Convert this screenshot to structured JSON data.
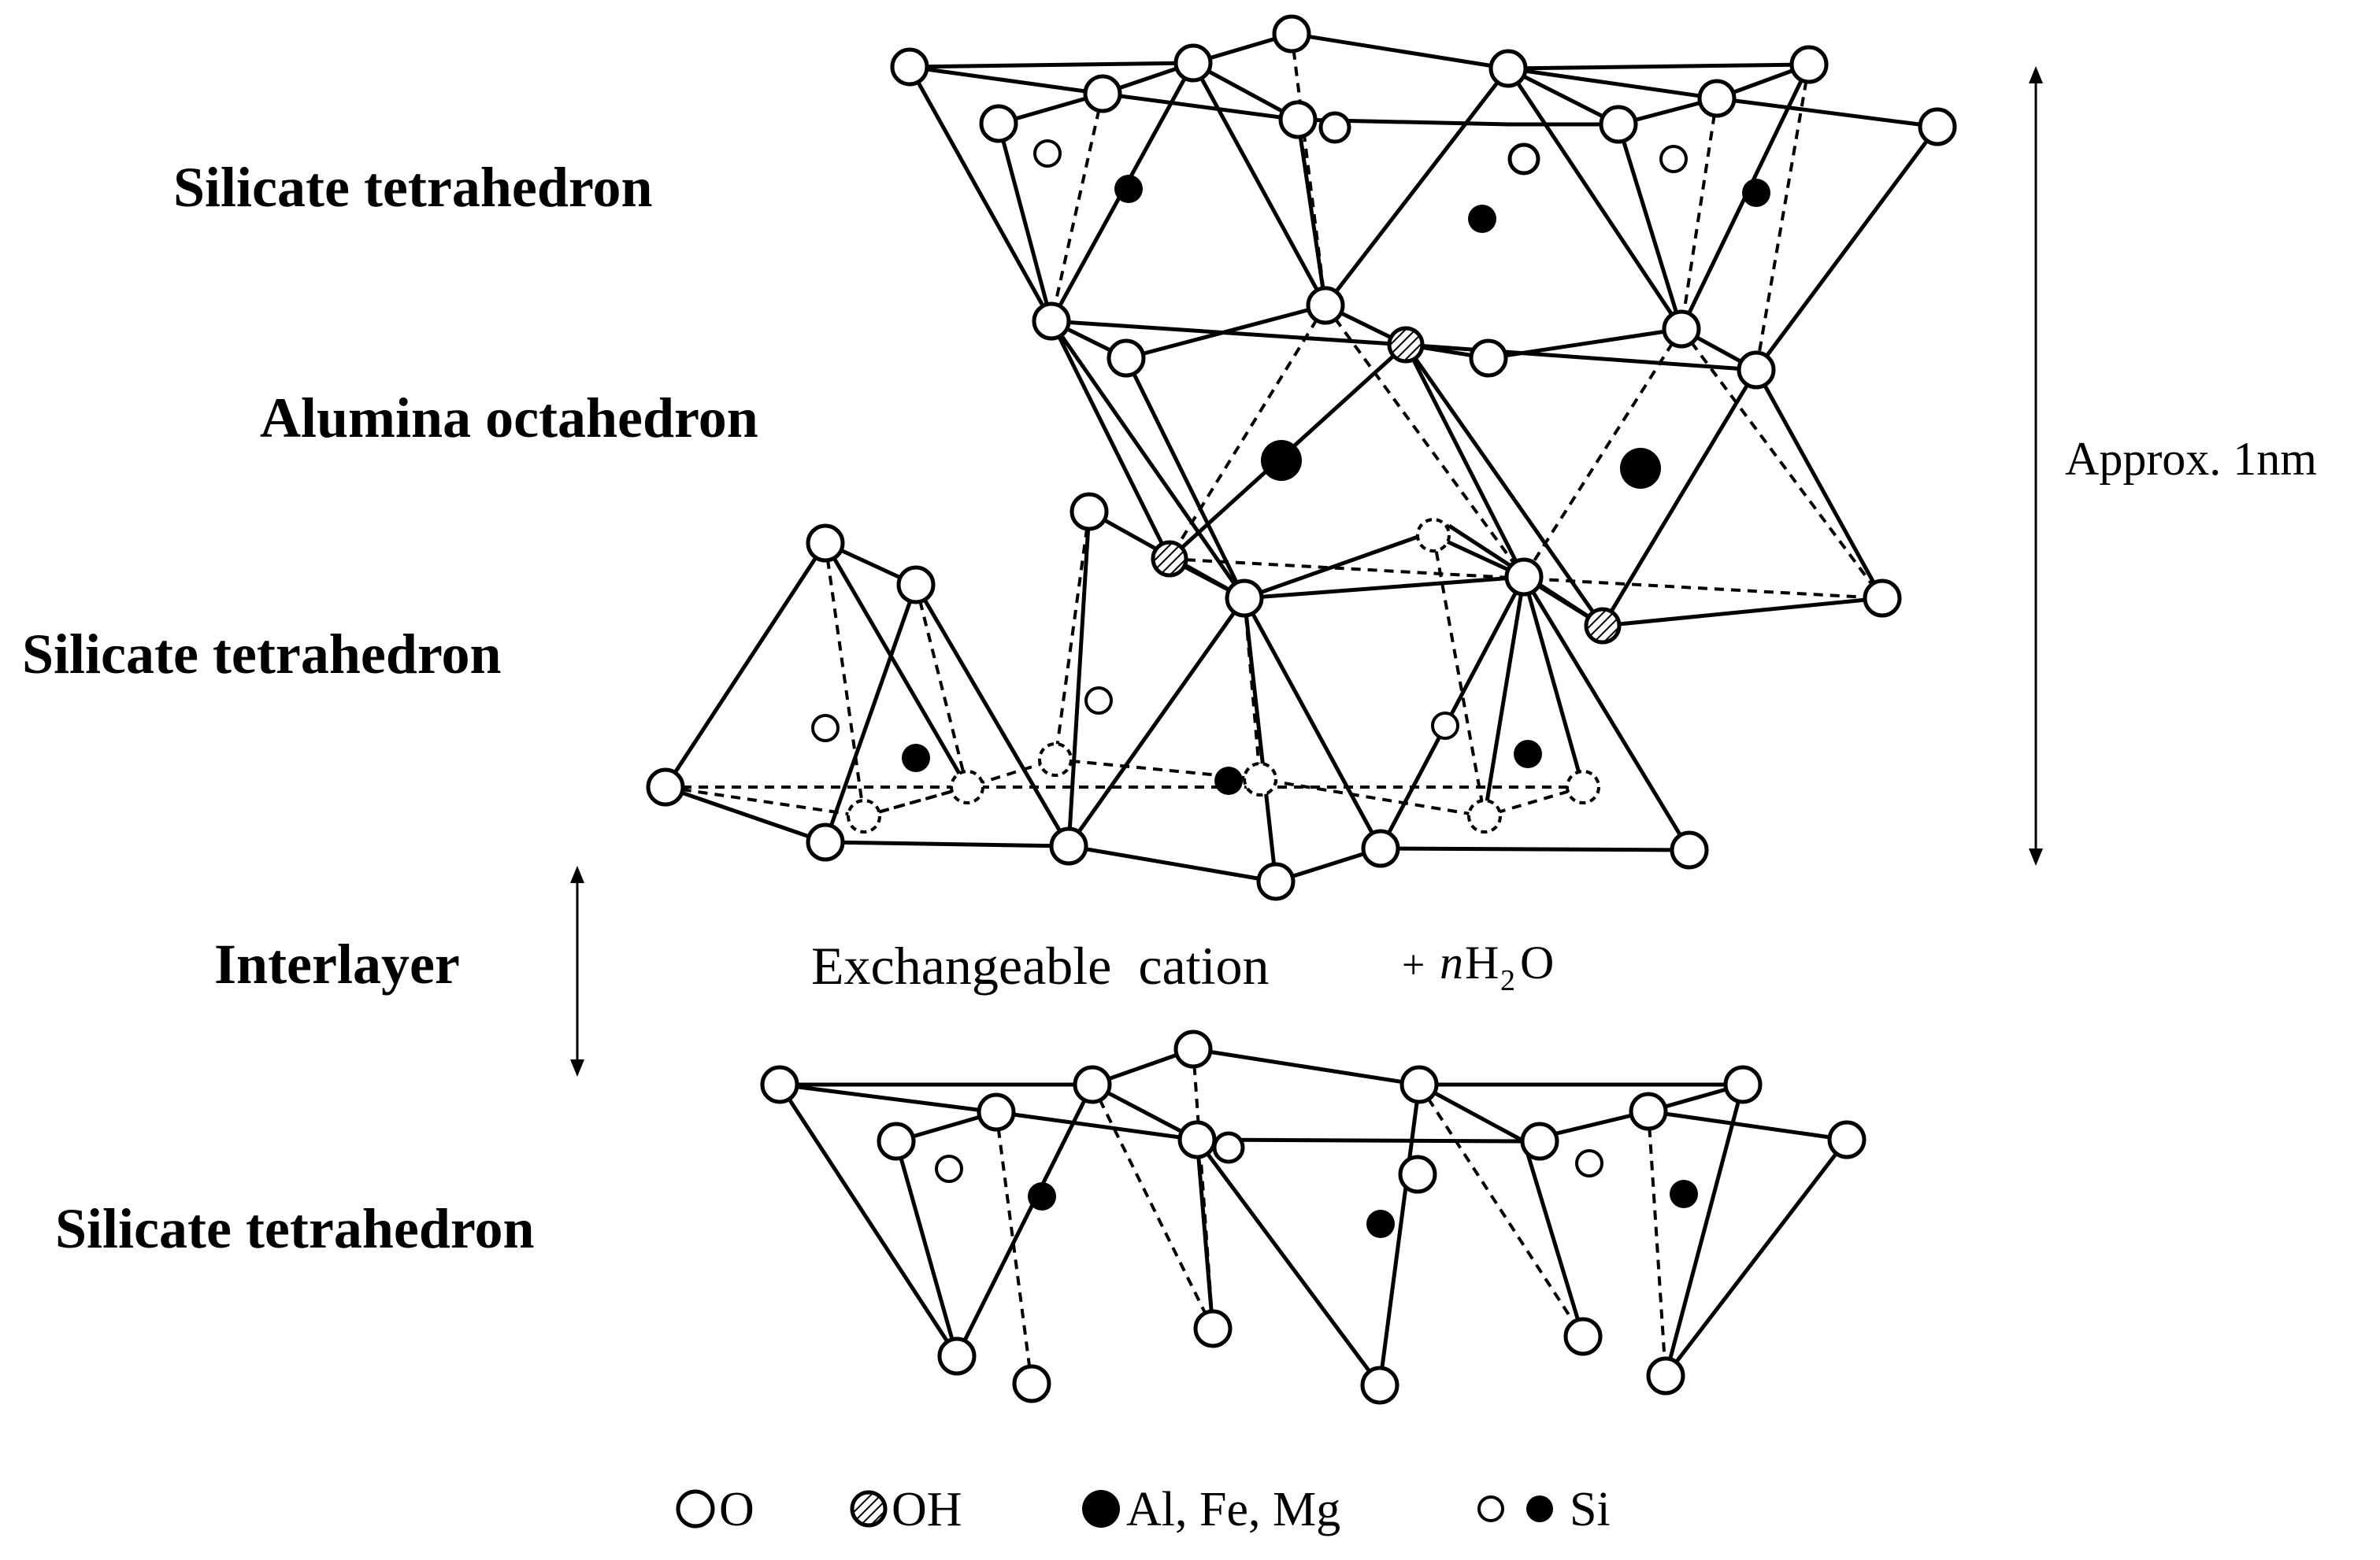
{
  "labels": {
    "silicate_top": "Silicate tetrahedron",
    "alumina": "Alumina octahedron",
    "silicate_mid": "Silicate tetrahedron",
    "interlayer": "Interlayer",
    "silicate_bottom": "Silicate tetrahedron",
    "thickness": "Approx. 1nm",
    "cation_text": "Exchangeable  cation",
    "plus": "+",
    "n_var": "n",
    "h_letter": "H",
    "subscript_two": "2",
    "o_letter": "O"
  },
  "legend": {
    "o": "O",
    "oh": "OH",
    "metal": "Al, Fe, Mg",
    "si": "Si"
  },
  "colors": {
    "ink": "#000000",
    "background": "#ffffff"
  }
}
